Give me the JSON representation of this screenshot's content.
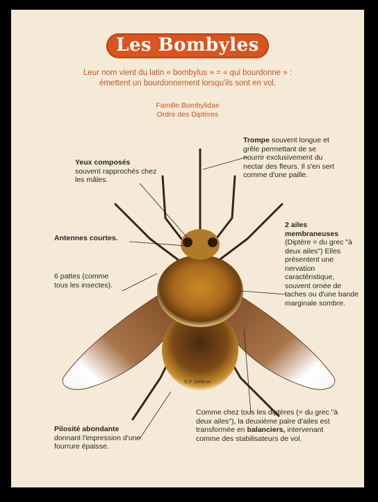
{
  "title": "Les Bombyles",
  "subtitle_line1": "Leur  nom vient du latin « bombylus » = « qui bourdonne » :",
  "subtitle_line2": "émettent un bourdonnement lorsqu'ils sont en vol.",
  "family_line1": "Famille Bombylidae",
  "family_line2": "Ordre des Diptères",
  "labels": {
    "eyes_bold": "Yeux composés",
    "eyes_rest": "souvent rapprochés chez les mâles.",
    "proboscis_bold": "Trompe",
    "proboscis_rest": " souvent longue et grêle permettant de se nourrir exclusivement du nectar des fleurs. Il s'en sert comme d'une paille.",
    "antennae": "Antennes courtes.",
    "legs": "6 pattes (comme tous les insectes).",
    "wings_bold": "2 ailes membraneuses",
    "wings_rest": "(Diptère = du grec \"à deux ailes\") Elles présentent une nervation caractéristique, souvent ornée de taches ou d'une bande marginale sombre.",
    "hair_bold": "Pilosité abondante",
    "hair_rest": "donnant l'impression d'une fourrure épaisse.",
    "halteres_pre": "Comme chez tous les diptères (= du grec \"à deux ailes\"), la deuxième paire d'ailes est transformée en",
    "halteres_bold": "balanciers,",
    "halteres_rest": "intervenant comme des stabilisateurs de vol."
  },
  "credit": "© F. Dellene",
  "colors": {
    "background": "#f5ead8",
    "accent": "#d9541e",
    "text": "#2a2420"
  }
}
